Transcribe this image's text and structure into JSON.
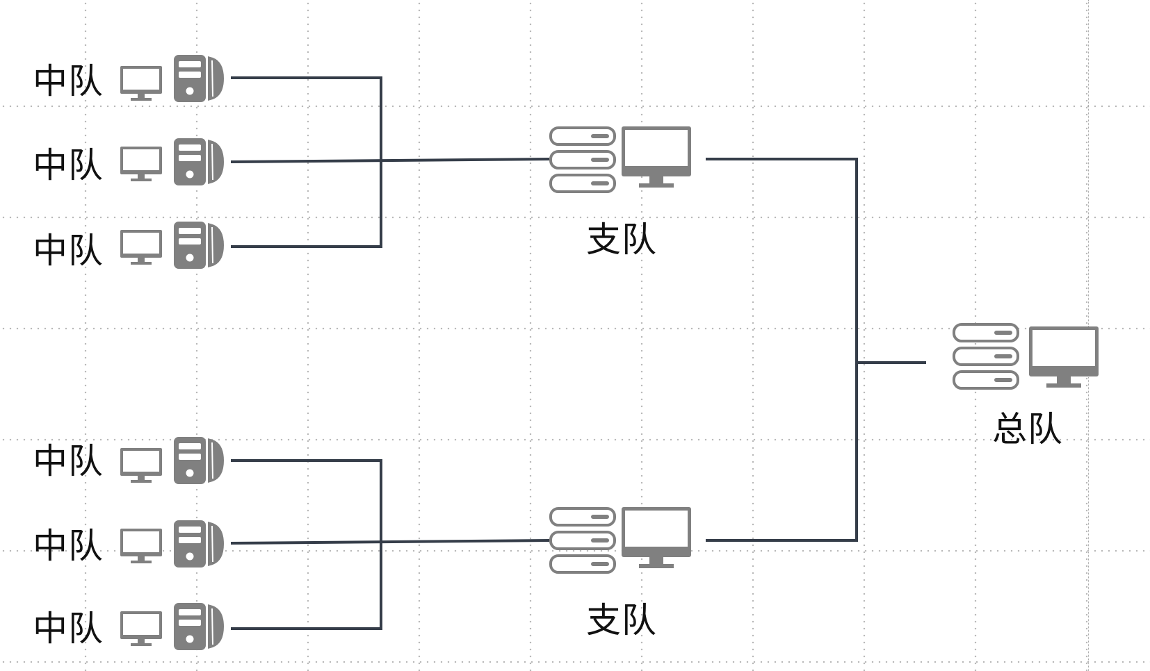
{
  "diagram": {
    "nodes": {
      "squad_label": "中队",
      "detachment_label": "支队",
      "hq_label": "总队"
    },
    "colors": {
      "line": "#353d49",
      "icon": "#808080",
      "text": "#111111",
      "grid": "#b9b9b9"
    },
    "icons": [
      "monitor-icon",
      "pc-tower-icon",
      "server-stack-icon",
      "desktop-monitor-icon"
    ]
  }
}
